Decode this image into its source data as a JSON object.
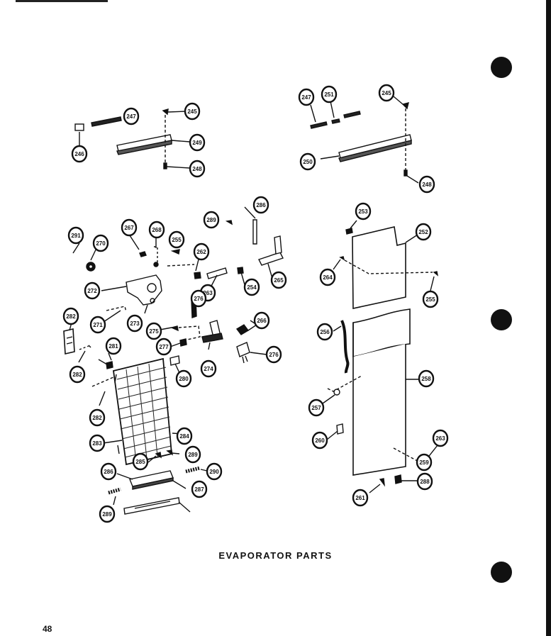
{
  "title": "EVAPORATOR PARTS",
  "page_number": "48",
  "callouts": [
    {
      "id": "c-247a",
      "label": "247"
    },
    {
      "id": "c-245a",
      "label": "245"
    },
    {
      "id": "c-246a",
      "label": "246"
    },
    {
      "id": "c-249a",
      "label": "249"
    },
    {
      "id": "c-248a",
      "label": "248"
    },
    {
      "id": "c-247b",
      "label": "247"
    },
    {
      "id": "c-251",
      "label": "251"
    },
    {
      "id": "c-245b",
      "label": "245"
    },
    {
      "id": "c-250",
      "label": "250"
    },
    {
      "id": "c-248b",
      "label": "248"
    },
    {
      "id": "c-289",
      "label": "289"
    },
    {
      "id": "c-286",
      "label": "286"
    },
    {
      "id": "c-253",
      "label": "253"
    },
    {
      "id": "c-291",
      "label": "291"
    },
    {
      "id": "c-267",
      "label": "267"
    },
    {
      "id": "c-268",
      "label": "268"
    },
    {
      "id": "c-255a",
      "label": "255"
    },
    {
      "id": "c-252",
      "label": "252"
    },
    {
      "id": "c-270",
      "label": "270"
    },
    {
      "id": "c-262",
      "label": "262"
    },
    {
      "id": "c-254a",
      "label": "254"
    },
    {
      "id": "c-264",
      "label": "264"
    },
    {
      "id": "c-265",
      "label": "265"
    },
    {
      "id": "c-272",
      "label": "272"
    },
    {
      "id": "c-263",
      "label": "263"
    },
    {
      "id": "c-255b",
      "label": "255"
    },
    {
      "id": "c-276a",
      "label": "276"
    },
    {
      "id": "c-271",
      "label": "271"
    },
    {
      "id": "c-273",
      "label": "273"
    },
    {
      "id": "c-275",
      "label": "275"
    },
    {
      "id": "c-266",
      "label": "266"
    },
    {
      "id": "c-282a",
      "label": "282"
    },
    {
      "id": "c-256",
      "label": "256"
    },
    {
      "id": "c-281",
      "label": "281"
    },
    {
      "id": "c-277",
      "label": "277"
    },
    {
      "id": "c-276b",
      "label": "276"
    },
    {
      "id": "c-274",
      "label": "274"
    },
    {
      "id": "c-282b",
      "label": "282"
    },
    {
      "id": "c-280",
      "label": "280"
    },
    {
      "id": "c-258",
      "label": "258"
    },
    {
      "id": "c-257",
      "label": "257"
    },
    {
      "id": "c-282c",
      "label": "282"
    },
    {
      "id": "c-260",
      "label": "260"
    },
    {
      "id": "c-283",
      "label": "283"
    },
    {
      "id": "c-284",
      "label": "284"
    },
    {
      "id": "c-263b",
      "label": "263"
    },
    {
      "id": "c-285",
      "label": "285"
    },
    {
      "id": "c-289b",
      "label": "289"
    },
    {
      "id": "c-259",
      "label": "259"
    },
    {
      "id": "c-286b",
      "label": "286"
    },
    {
      "id": "c-290",
      "label": "290"
    },
    {
      "id": "c-287",
      "label": "287"
    },
    {
      "id": "c-261",
      "label": "261"
    },
    {
      "id": "c-288",
      "label": "288"
    },
    {
      "id": "c-289c",
      "label": "289"
    }
  ]
}
